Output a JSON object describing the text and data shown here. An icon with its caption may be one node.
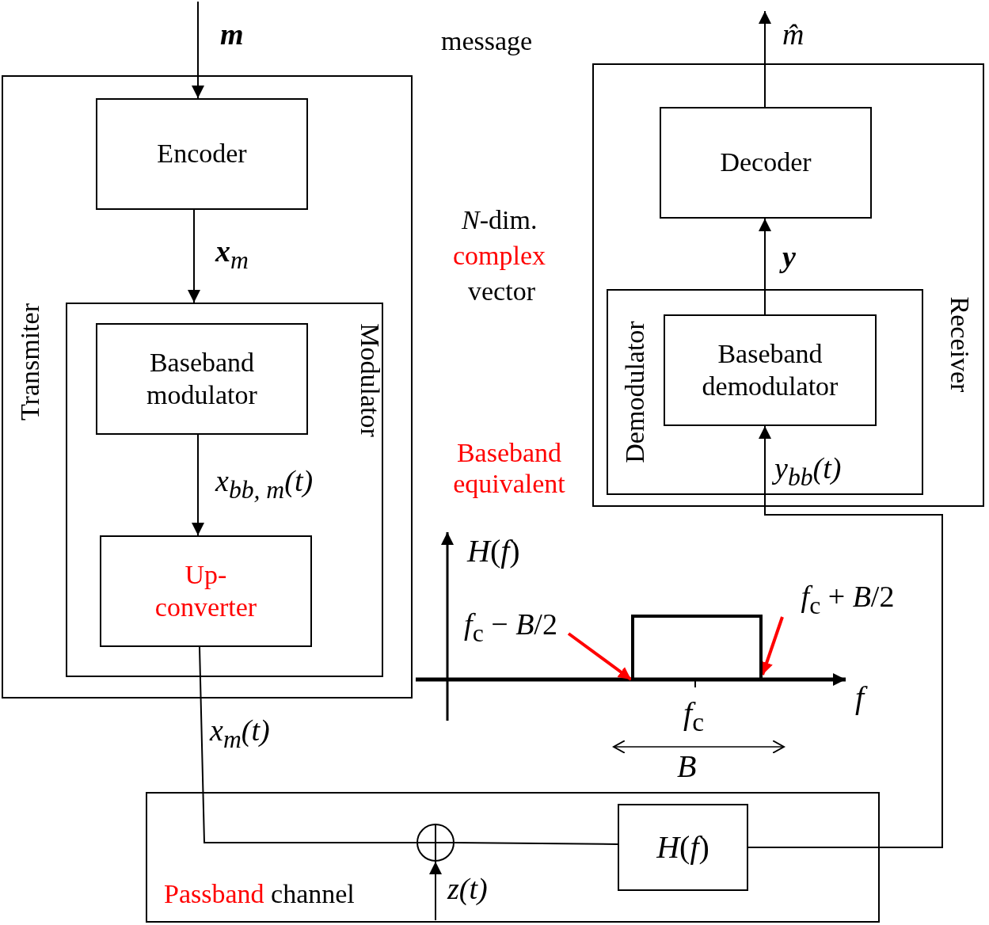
{
  "diagram": {
    "nodes": [
      {
        "text": [
          "Transmiter"
        ]
      },
      {
        "text": [
          "Encoder"
        ],
        "in": 0
      },
      {
        "text": [
          "Modulator"
        ],
        "in": 0
      },
      {
        "text": [
          "Baseband modulator"
        ],
        "in": 2
      },
      {
        "text": [
          "Up-converter"
        ],
        "in": 2
      },
      {
        "text": [
          "Receiver"
        ]
      },
      {
        "text": [
          "Decoder"
        ],
        "in": 5
      },
      {
        "text": [
          "Demodulator"
        ],
        "in": 5
      },
      {
        "text": [
          "Baseband demodulator"
        ],
        "in": 7
      },
      {
        "text": [
          "Passband channel"
        ]
      },
      {
        "text": [],
        "shape": "circle",
        "in": 9
      },
      {
        "text": [
          "*H*(*f*)"
        ],
        "in": 9
      },
      {
        "text": [
          "*f*$_{c}$ − *B*/2"
        ]
      },
      {
        "text": [
          "*f*$_{c}$ + *B*/2"
        ]
      },
      {
        "text": [],
        "shape": "box"
      }
    ],
    "edges": [
      {
        "from": null,
        "to": 1,
        "arrow": "to",
        "label": "m"
      },
      {
        "from": 6,
        "to": null,
        "arrow": "to",
        "label": "m̂"
      },
      {
        "from": 1,
        "to": 2,
        "arrow": "to",
        "label": "**x**$_{m}$"
      },
      {
        "from": 3,
        "to": 4,
        "arrow": "to",
        "label": "x$_{bb, m}$(t)"
      },
      {
        "from": 4,
        "to": 10,
        "arrow": "none",
        "label": "x$_{m}$(t)"
      },
      {
        "from": null,
        "to": 10,
        "arrow": "to",
        "label": "z(t)"
      },
      {
        "from": 10,
        "to": 11,
        "arrow": "none"
      },
      {
        "from": 11,
        "to": 8,
        "arrow": "to",
        "label": "y$_{bb}$(t)"
      },
      {
        "from": 8,
        "to": 6,
        "arrow": "to",
        "label": "**y**"
      },
      {
        "from": 12,
        "to": 14,
        "arrow": "to",
        "style": "thick",
        "color": "#ff0000"
      },
      {
        "from": 13,
        "to": 14,
        "arrow": "to",
        "style": "thick",
        "color": "#ff0000"
      }
    ],
    "labels": [
      "message",
      "*N*-dim.",
      "complex",
      "vector",
      "Baseband equivalent",
      "*H*(*f*)",
      "*f*",
      "*f*$_{c}$",
      "*B*"
    ]
  }
}
